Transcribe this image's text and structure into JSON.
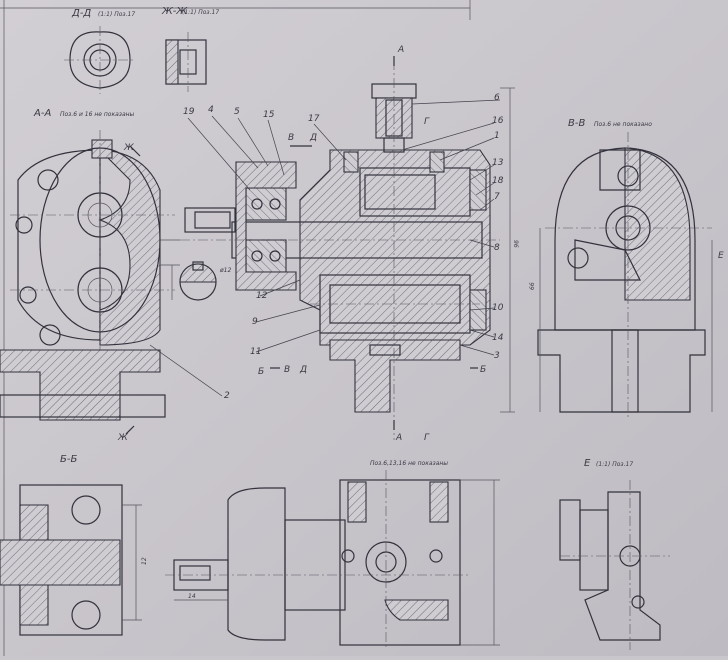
{
  "views": {
    "dd": {
      "title": "Д-Д",
      "note": "(1:1) Поз.17"
    },
    "zhzh": {
      "title": "Ж-Ж",
      "note": "(1:1) Поз.17"
    },
    "aa": {
      "title": "А-А",
      "note": "Поз.6 и 16 не показаны"
    },
    "vv": {
      "title": "В-В",
      "note": "Поз.6 не показано"
    },
    "bb": {
      "title": "Б-Б"
    },
    "bottom_middle": {
      "note": "Поз.6,13,16 не показаны"
    },
    "e": {
      "title": "Е",
      "note": "(1:1) Поз.17"
    }
  },
  "position_numbers": [
    "19",
    "4",
    "5",
    "15",
    "17",
    "6",
    "16",
    "1",
    "13",
    "18",
    "7",
    "8",
    "10",
    "14",
    "3",
    "12",
    "9",
    "11",
    "2"
  ],
  "section_marks": {
    "A_top": "А",
    "A_bottom": "А",
    "G_top": "Г",
    "G_bottom": "Г",
    "V": "В",
    "D": "Д",
    "V2": "В",
    "D2": "Д",
    "B_left": "Б",
    "B_right": "Б",
    "Zh_top": "Ж",
    "Zh_bottom": "Ж",
    "E": "Е"
  },
  "dims": {
    "d1": "96",
    "d2": "ø12",
    "d3": "66",
    "d4": "12",
    "d5": "14"
  },
  "colors": {
    "paper": "#c9c6cc",
    "ink": "#33323c"
  }
}
